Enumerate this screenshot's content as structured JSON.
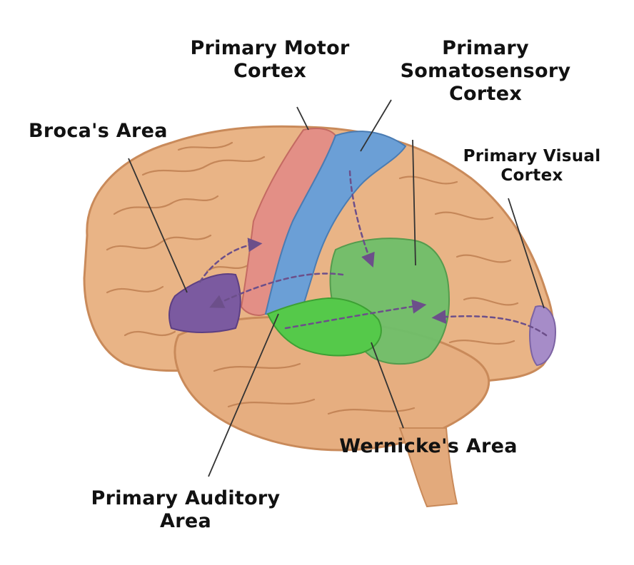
{
  "labels": {
    "primary_motor_cortex": [
      "Primary Motor",
      "Cortex"
    ],
    "primary_somatosensory_cortex": [
      "Primary",
      "Somatosensory",
      "Cortex"
    ],
    "brocas_area": [
      "Broca's Area"
    ],
    "primary_visual_cortex": [
      "Primary Visual",
      "Cortex"
    ],
    "wernickes_area": [
      "Wernicke's Area"
    ],
    "primary_auditory_area": [
      "Primary Auditory",
      "Area"
    ]
  },
  "colors": {
    "brain": "#e9b486",
    "brain_outline": "#c98a5a",
    "gyri_line": "#b9784a",
    "motor_cortex": "#e38f86",
    "somatosensory_cortex": "#6b9fd6",
    "brocas_area": "#7b5aa0",
    "wernickes_area": "#6fbf6a",
    "auditory_area": "#55c94a",
    "visual_cortex": "#a68cc8",
    "arrow": "#6c4f8a",
    "leader_line": "#333333"
  }
}
